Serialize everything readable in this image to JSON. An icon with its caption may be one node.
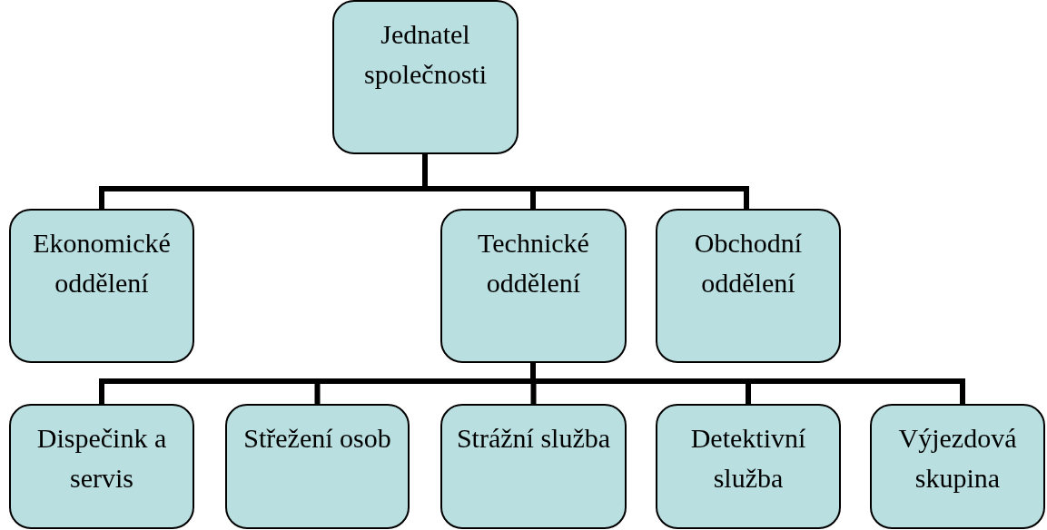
{
  "diagram": {
    "nodes": [
      {
        "text": [
          "Jednatel společnosti"
        ]
      },
      {
        "text": [
          "Ekonomické oddělení"
        ]
      },
      {
        "text": [
          "Technické oddělení"
        ]
      },
      {
        "text": [
          "Obchodní oddělení"
        ]
      },
      {
        "text": [
          "Dispečink a servis"
        ]
      },
      {
        "text": [
          "Střežení osob"
        ]
      },
      {
        "text": [
          "Strážní služba"
        ]
      },
      {
        "text": [
          "Detektivní služba"
        ]
      },
      {
        "text": [
          "Výjezdová skupina"
        ]
      }
    ],
    "edges": [
      {
        "from": 0,
        "to": 1,
        "arrow": "none"
      },
      {
        "from": 0,
        "to": 2,
        "arrow": "none"
      },
      {
        "from": 0,
        "to": 3,
        "arrow": "none"
      },
      {
        "from": 2,
        "to": 4,
        "arrow": "none"
      },
      {
        "from": 2,
        "to": 5,
        "arrow": "none"
      },
      {
        "from": 2,
        "to": 6,
        "arrow": "none"
      },
      {
        "from": 2,
        "to": 7,
        "arrow": "none"
      },
      {
        "from": 2,
        "to": 8,
        "arrow": "none"
      }
    ]
  }
}
